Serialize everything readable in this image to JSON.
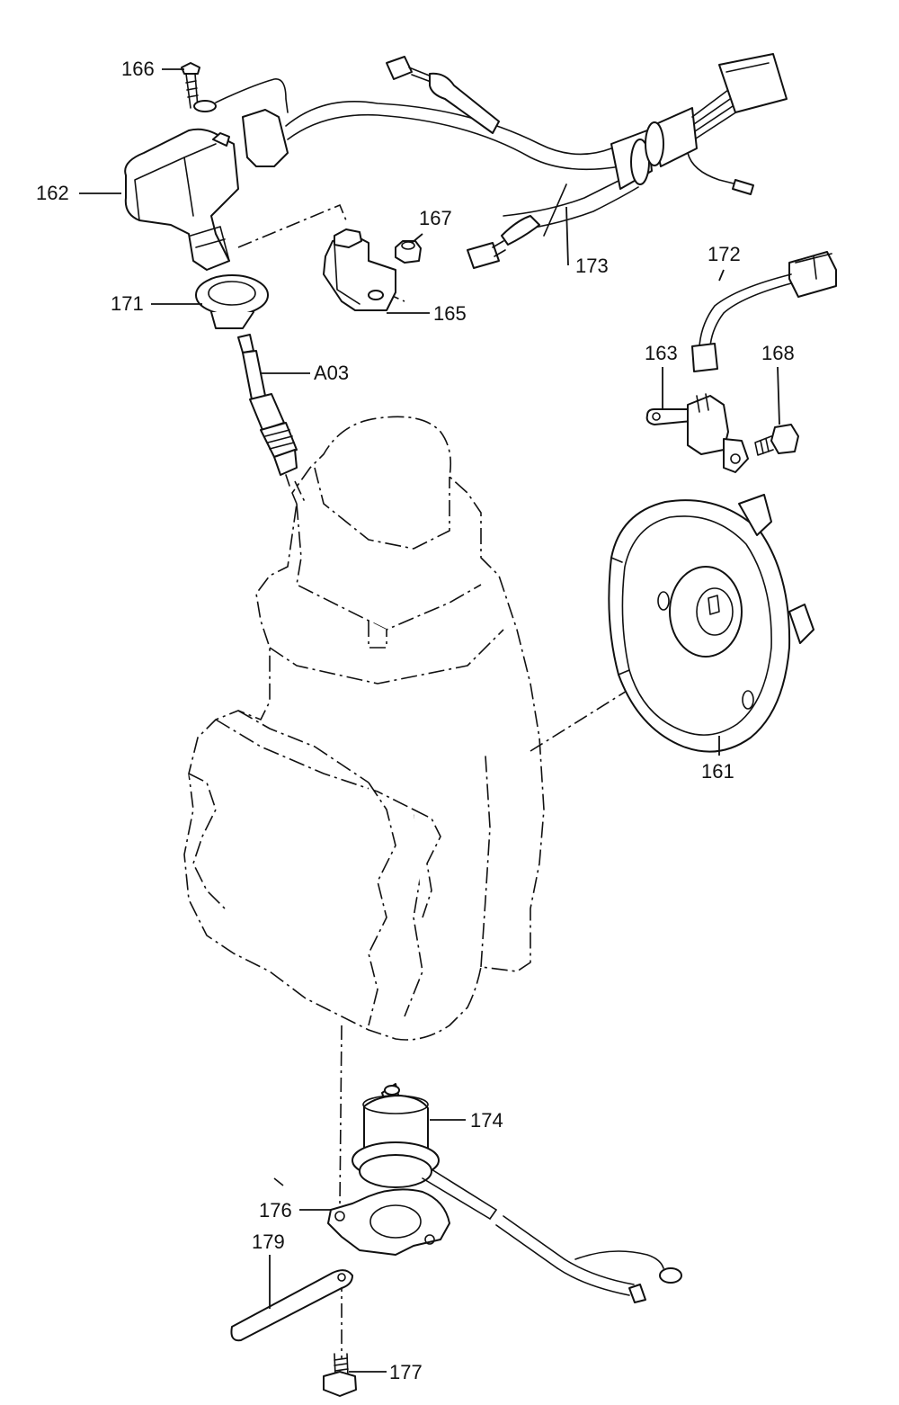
{
  "diagram": {
    "colors": {
      "line": "#111111",
      "background": "#ffffff"
    },
    "callouts": [
      {
        "id": "c161",
        "text": "161"
      },
      {
        "id": "c162",
        "text": "162"
      },
      {
        "id": "c163",
        "text": "163"
      },
      {
        "id": "c165",
        "text": "165"
      },
      {
        "id": "c166",
        "text": "166"
      },
      {
        "id": "c167",
        "text": "167"
      },
      {
        "id": "c168",
        "text": "168"
      },
      {
        "id": "c171",
        "text": "171"
      },
      {
        "id": "c172",
        "text": "172"
      },
      {
        "id": "c173",
        "text": "173"
      },
      {
        "id": "c174",
        "text": "174"
      },
      {
        "id": "c176",
        "text": "176"
      },
      {
        "id": "c177",
        "text": "177"
      },
      {
        "id": "c179",
        "text": "179"
      },
      {
        "id": "cA03",
        "text": "A03"
      }
    ]
  }
}
